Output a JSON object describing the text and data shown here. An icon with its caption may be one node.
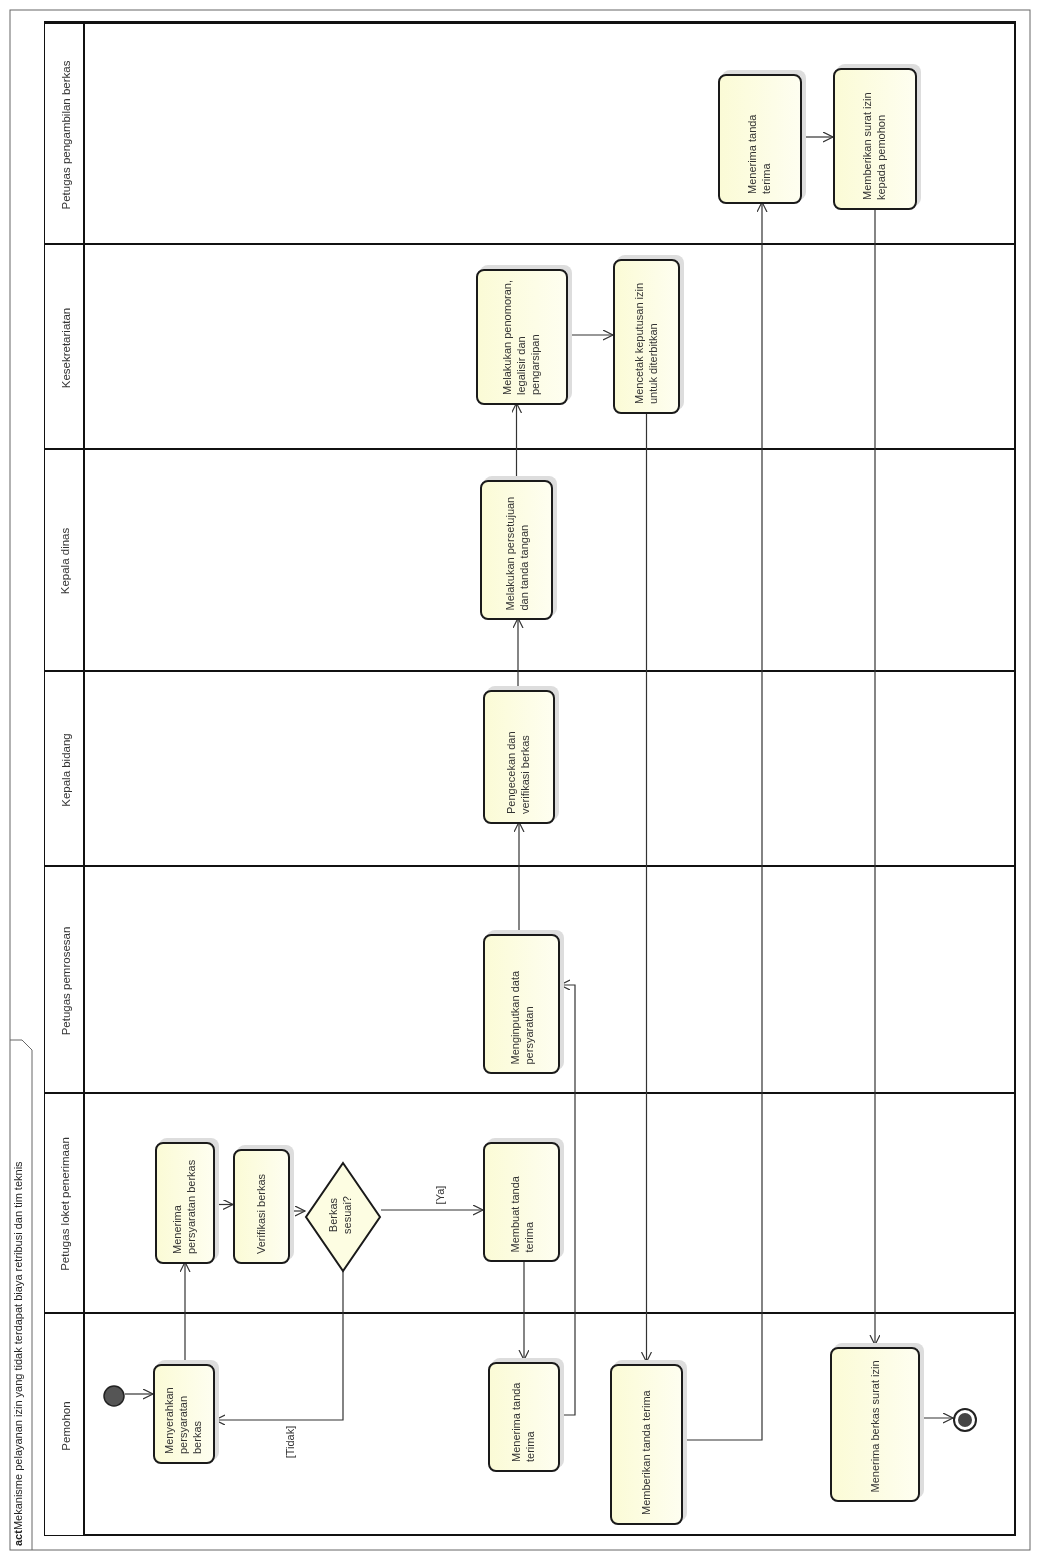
{
  "diagram": {
    "title": "**act**Mekanisme pelayanan izin yang tidak terdapat biaya retribusi dan tim teknis",
    "nodes": [
      {
        "text": [
          "Pemohon"
        ]
      },
      {
        "text": [
          "Petugas loket penerimaan"
        ]
      },
      {
        "text": [
          "Petugas pemrosesan"
        ]
      },
      {
        "text": [
          "Kepala bidang"
        ]
      },
      {
        "text": [
          "Kepala dinas"
        ]
      },
      {
        "text": [
          "Kesekretariatan"
        ]
      },
      {
        "text": [
          "Petugas pengambilan berkas"
        ]
      },
      {
        "text": [],
        "shape": "circle",
        "in": 0
      },
      {
        "text": [
          "Menyerahkan persyaratan berkas"
        ],
        "in": 0
      },
      {
        "text": [
          "Menerima persyaratan berkas"
        ],
        "in": 1
      },
      {
        "text": [
          "Verifikasi berkas"
        ],
        "in": 1
      },
      {
        "text": [
          "Berkas sesuai?"
        ],
        "in": 1
      },
      {
        "text": [
          "Membuat tanda terima"
        ],
        "in": 1
      },
      {
        "text": [
          "Menerima tanda terima"
        ],
        "in": 0
      },
      {
        "text": [
          "Menginputkan data persyaratan"
        ],
        "in": 2
      },
      {
        "text": [
          "Pengecekan dan verifikasi berkas"
        ],
        "in": 3
      },
      {
        "text": [
          "Melakukan persetujuan dan tanda tangan"
        ],
        "in": 4
      },
      {
        "text": [
          "Melakukan penomoran, legalisir dan pengarsipan"
        ],
        "in": 5
      },
      {
        "text": [
          "Mencetak keputusan izin untuk diterbitkan"
        ],
        "in": 5
      },
      {
        "text": [
          "Memberikan tanda terima"
        ],
        "in": 0
      },
      {
        "text": [
          "Menerima tanda terima"
        ],
        "in": 6
      },
      {
        "text": [
          "Memberikan surat izin kepada pemohon"
        ],
        "in": 6
      },
      {
        "text": [
          "Menerima berkas surat izin"
        ],
        "in": 0
      },
      {
        "text": [],
        "shape": "circle",
        "in": 0
      }
    ],
    "edges": [
      {
        "from": 7,
        "to": 8,
        "arrow": "to"
      },
      {
        "from": 8,
        "to": 9,
        "arrow": "to"
      },
      {
        "from": 9,
        "to": 10,
        "arrow": "to"
      },
      {
        "from": 10,
        "to": 11,
        "arrow": "to"
      },
      {
        "from": 11,
        "to": 12,
        "arrow": "to",
        "label": "[Ya]"
      },
      {
        "from": 11,
        "to": 8,
        "arrow": "to",
        "label": "[Tidak]"
      },
      {
        "from": 12,
        "to": 13,
        "arrow": "to"
      },
      {
        "from": 13,
        "to": 14,
        "arrow": "to"
      },
      {
        "from": 14,
        "to": 15,
        "arrow": "to"
      },
      {
        "from": 15,
        "to": 16,
        "arrow": "to"
      },
      {
        "from": 16,
        "to": 17,
        "arrow": "to"
      },
      {
        "from": 17,
        "to": 18,
        "arrow": "to"
      },
      {
        "from": 18,
        "to": 19,
        "arrow": "to"
      },
      {
        "from": 19,
        "to": 20,
        "arrow": "to"
      },
      {
        "from": 20,
        "to": 21,
        "arrow": "to"
      },
      {
        "from": 21,
        "to": 22,
        "arrow": "to"
      },
      {
        "from": 22,
        "to": 23,
        "arrow": "to"
      }
    ]
  }
}
